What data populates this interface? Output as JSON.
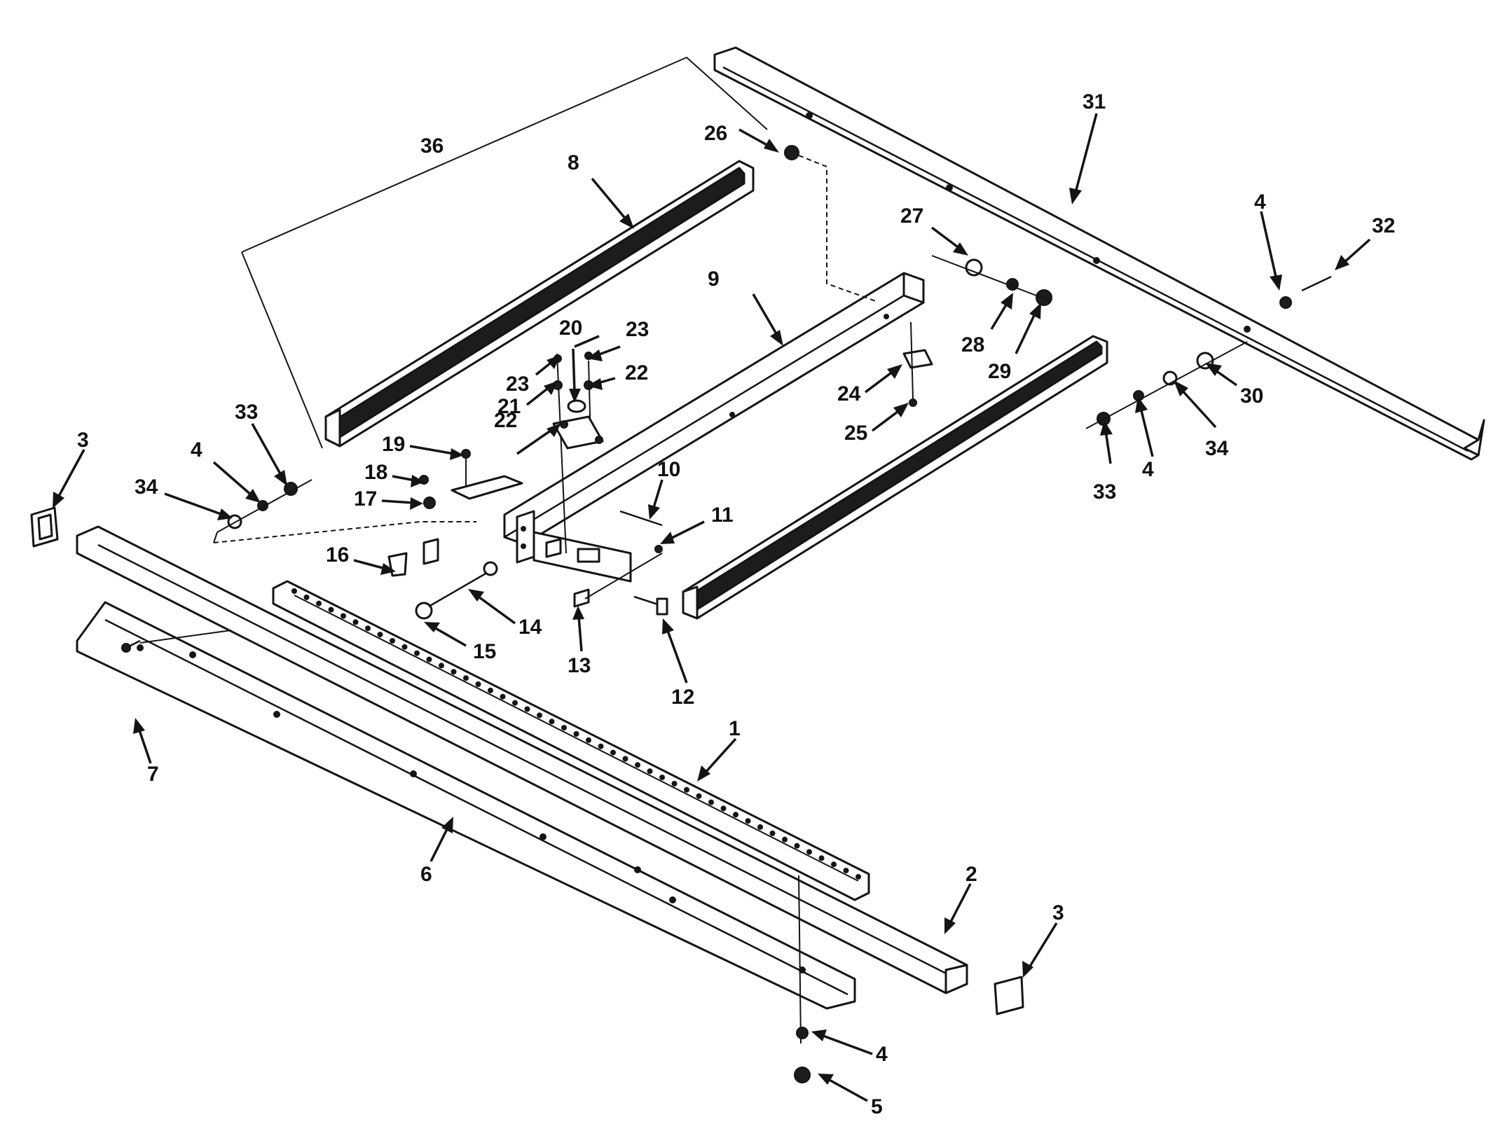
{
  "diagram": {
    "callouts": [
      {
        "id": "c1",
        "text": "1"
      },
      {
        "id": "c2",
        "text": "2"
      },
      {
        "id": "c3a",
        "text": "3"
      },
      {
        "id": "c3b",
        "text": "3"
      },
      {
        "id": "c4a",
        "text": "4"
      },
      {
        "id": "c4b",
        "text": "4"
      },
      {
        "id": "c4c",
        "text": "4"
      },
      {
        "id": "c4d",
        "text": "4"
      },
      {
        "id": "c5",
        "text": "5"
      },
      {
        "id": "c6",
        "text": "6"
      },
      {
        "id": "c7",
        "text": "7"
      },
      {
        "id": "c8",
        "text": "8"
      },
      {
        "id": "c9",
        "text": "9"
      },
      {
        "id": "c10",
        "text": "10"
      },
      {
        "id": "c11",
        "text": "11"
      },
      {
        "id": "c12",
        "text": "12"
      },
      {
        "id": "c13",
        "text": "13"
      },
      {
        "id": "c14",
        "text": "14"
      },
      {
        "id": "c15",
        "text": "15"
      },
      {
        "id": "c16",
        "text": "16"
      },
      {
        "id": "c17",
        "text": "17"
      },
      {
        "id": "c18",
        "text": "18"
      },
      {
        "id": "c19",
        "text": "19"
      },
      {
        "id": "c20",
        "text": "20"
      },
      {
        "id": "c21",
        "text": "21"
      },
      {
        "id": "c22a",
        "text": "22"
      },
      {
        "id": "c22b",
        "text": "22"
      },
      {
        "id": "c23a",
        "text": "23"
      },
      {
        "id": "c23b",
        "text": "23"
      },
      {
        "id": "c24",
        "text": "24"
      },
      {
        "id": "c25",
        "text": "25"
      },
      {
        "id": "c26",
        "text": "26"
      },
      {
        "id": "c27",
        "text": "27"
      },
      {
        "id": "c28",
        "text": "28"
      },
      {
        "id": "c29",
        "text": "29"
      },
      {
        "id": "c30",
        "text": "30"
      },
      {
        "id": "c31",
        "text": "31"
      },
      {
        "id": "c32",
        "text": "32"
      },
      {
        "id": "c33a",
        "text": "33"
      },
      {
        "id": "c33b",
        "text": "33"
      },
      {
        "id": "c34a",
        "text": "34"
      },
      {
        "id": "c34b",
        "text": "34"
      },
      {
        "id": "c36",
        "text": "36"
      }
    ]
  }
}
